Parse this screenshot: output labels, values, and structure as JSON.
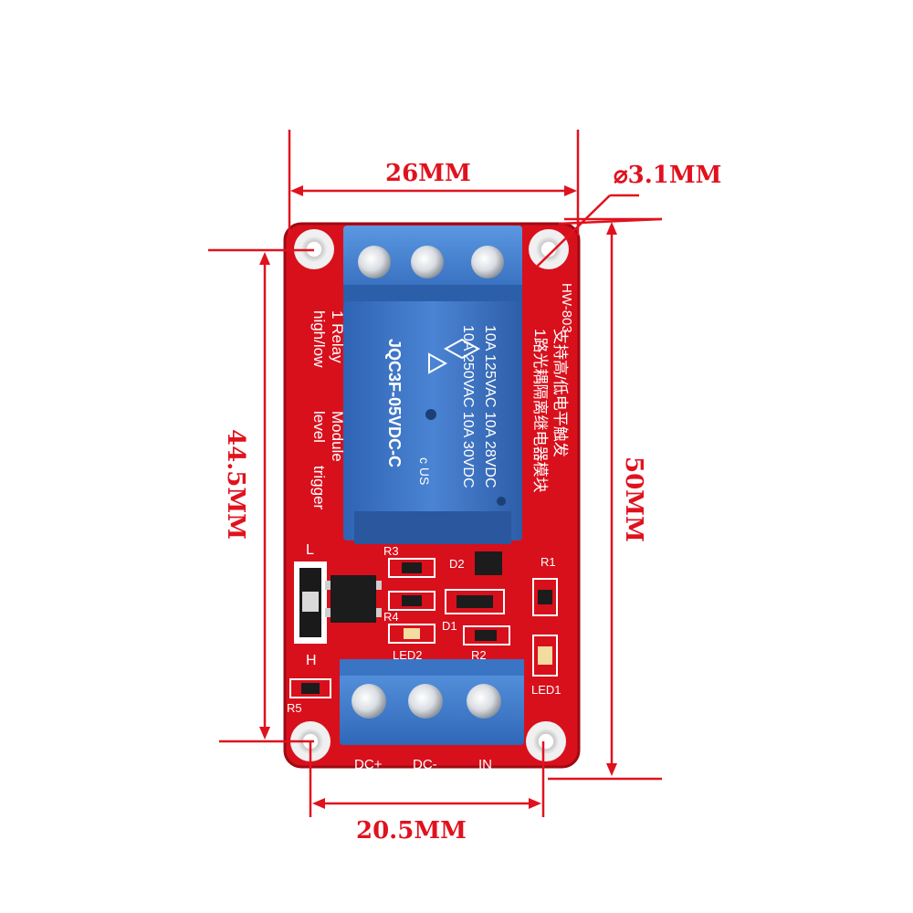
{
  "dimensions": {
    "width_top": "26MM",
    "hole_diameter": "⌀3.1MM",
    "height_left": "44.5MM",
    "height_right": "50MM",
    "width_bottom": "20.5MM"
  },
  "board": {
    "model": "HW-803",
    "side_text_lines": [
      "1 Relay",
      "high/low",
      "level",
      "trigger"
    ],
    "side_text_module": "Module",
    "chinese_line1": "1路光耦隔离继电器模块",
    "chinese_line2": "支持高/低电平触发",
    "jumper_top": "L",
    "jumper_bottom": "H",
    "component_labels": [
      "R3",
      "D2",
      "R1",
      "R4",
      "D1",
      "R2",
      "LED2",
      "LED1",
      "R5"
    ],
    "terminals": [
      "DC+",
      "DC-",
      "IN"
    ]
  },
  "relay": {
    "model": "JQC3F-05VDC-C",
    "ratings": [
      "10A 250VAC  10A 30VDC",
      "10A 125VAC  10A 28VDC"
    ],
    "cert": "c US"
  },
  "colors": {
    "pcb": "#d8101c",
    "relay": "#3d74c6",
    "terminal": "#4a86d6",
    "dimension": "#e0121e"
  }
}
